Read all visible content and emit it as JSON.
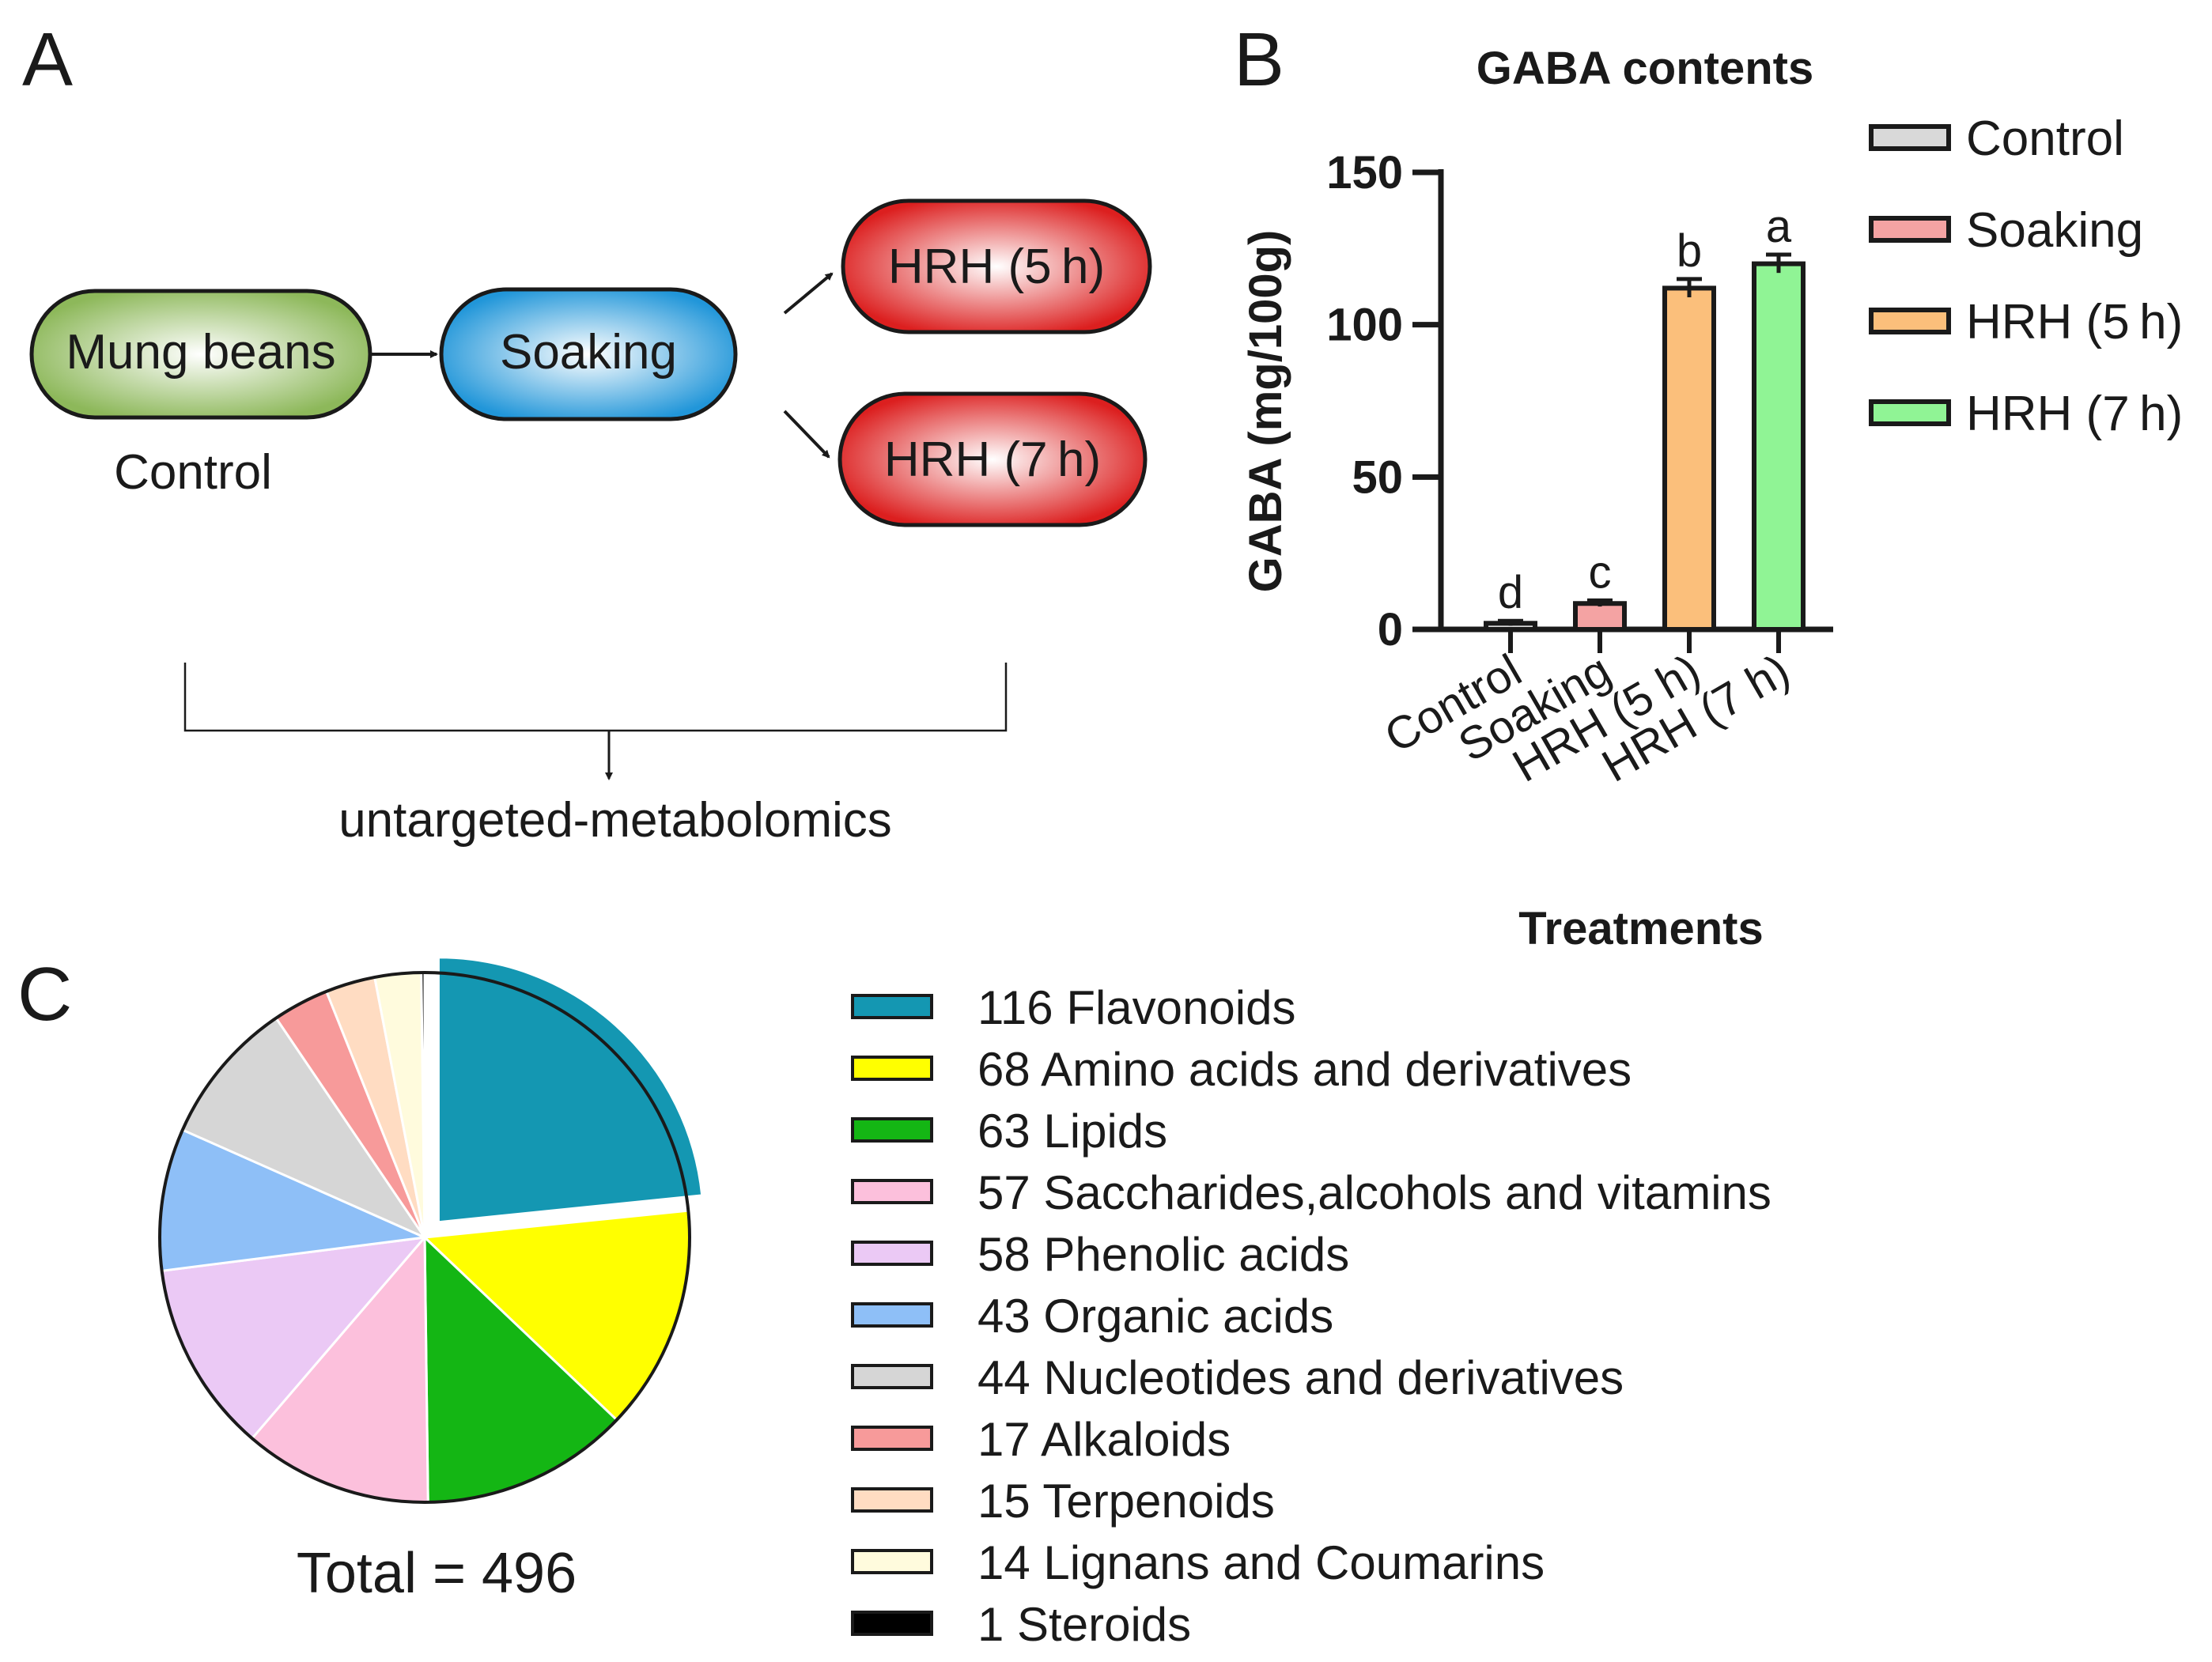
{
  "panels": {
    "a": "A",
    "b": "B",
    "c": "C"
  },
  "flowchart": {
    "nodes": {
      "mung_beans": "Mung beans",
      "soaking": "Soaking",
      "hrh5": "HRH (5 h)",
      "hrh7": "HRH (7 h)"
    },
    "control_label": "Control",
    "bottom_label": "untargeted-metabolomics",
    "colors": {
      "mung_beans": "#8db85a",
      "soaking": "#2196d9",
      "hrh": "#dc1f1f"
    }
  },
  "chart_data": [
    {
      "type": "bar",
      "title": "GABA contents",
      "xlabel": "Treatments",
      "ylabel": "GABA (mg/100g)",
      "ylim": [
        0,
        150
      ],
      "yticks": [
        0,
        50,
        100,
        150
      ],
      "categories": [
        "Control",
        "Soaking",
        "HRH (5 h)",
        "HRH (7 h)"
      ],
      "values": [
        2,
        8.5,
        112,
        120
      ],
      "errors": [
        0.8,
        1,
        3,
        3
      ],
      "significance": [
        "d",
        "c",
        "b",
        "a"
      ],
      "colors": [
        "#d9d9d9",
        "#f4a3a3",
        "#fbbf7b",
        "#90f495"
      ],
      "legend": [
        "Control",
        "Soaking",
        "HRH (5 h)",
        "HRH (7 h)"
      ],
      "legend_position": "right",
      "grid": false
    },
    {
      "type": "pie",
      "total_label": "Total = 496",
      "exploded": "Flavonoids",
      "slices": [
        {
          "label": "116 Flavonoids",
          "value": 116,
          "color": "#1497b2"
        },
        {
          "label": "68 Amino acids and derivatives",
          "value": 68,
          "color": "#ffff00"
        },
        {
          "label": "63 Lipids",
          "value": 63,
          "color": "#14b614"
        },
        {
          "label": "57 Saccharides,alcohols and vitamins",
          "value": 57,
          "color": "#fcc0dc"
        },
        {
          "label": "58 Phenolic acids",
          "value": 58,
          "color": "#ebc9f5"
        },
        {
          "label": "43 Organic acids",
          "value": 43,
          "color": "#8ebff7"
        },
        {
          "label": "44 Nucleotides and derivatives",
          "value": 44,
          "color": "#d6d6d6"
        },
        {
          "label": "17 Alkaloids",
          "value": 17,
          "color": "#f79a9a"
        },
        {
          "label": "15 Terpenoids",
          "value": 15,
          "color": "#ffdcc2"
        },
        {
          "label": "14 Lignans and Coumarins",
          "value": 14,
          "color": "#fffbdd"
        },
        {
          "label": "1 Steroids",
          "value": 1,
          "color": "#000000"
        }
      ]
    }
  ]
}
